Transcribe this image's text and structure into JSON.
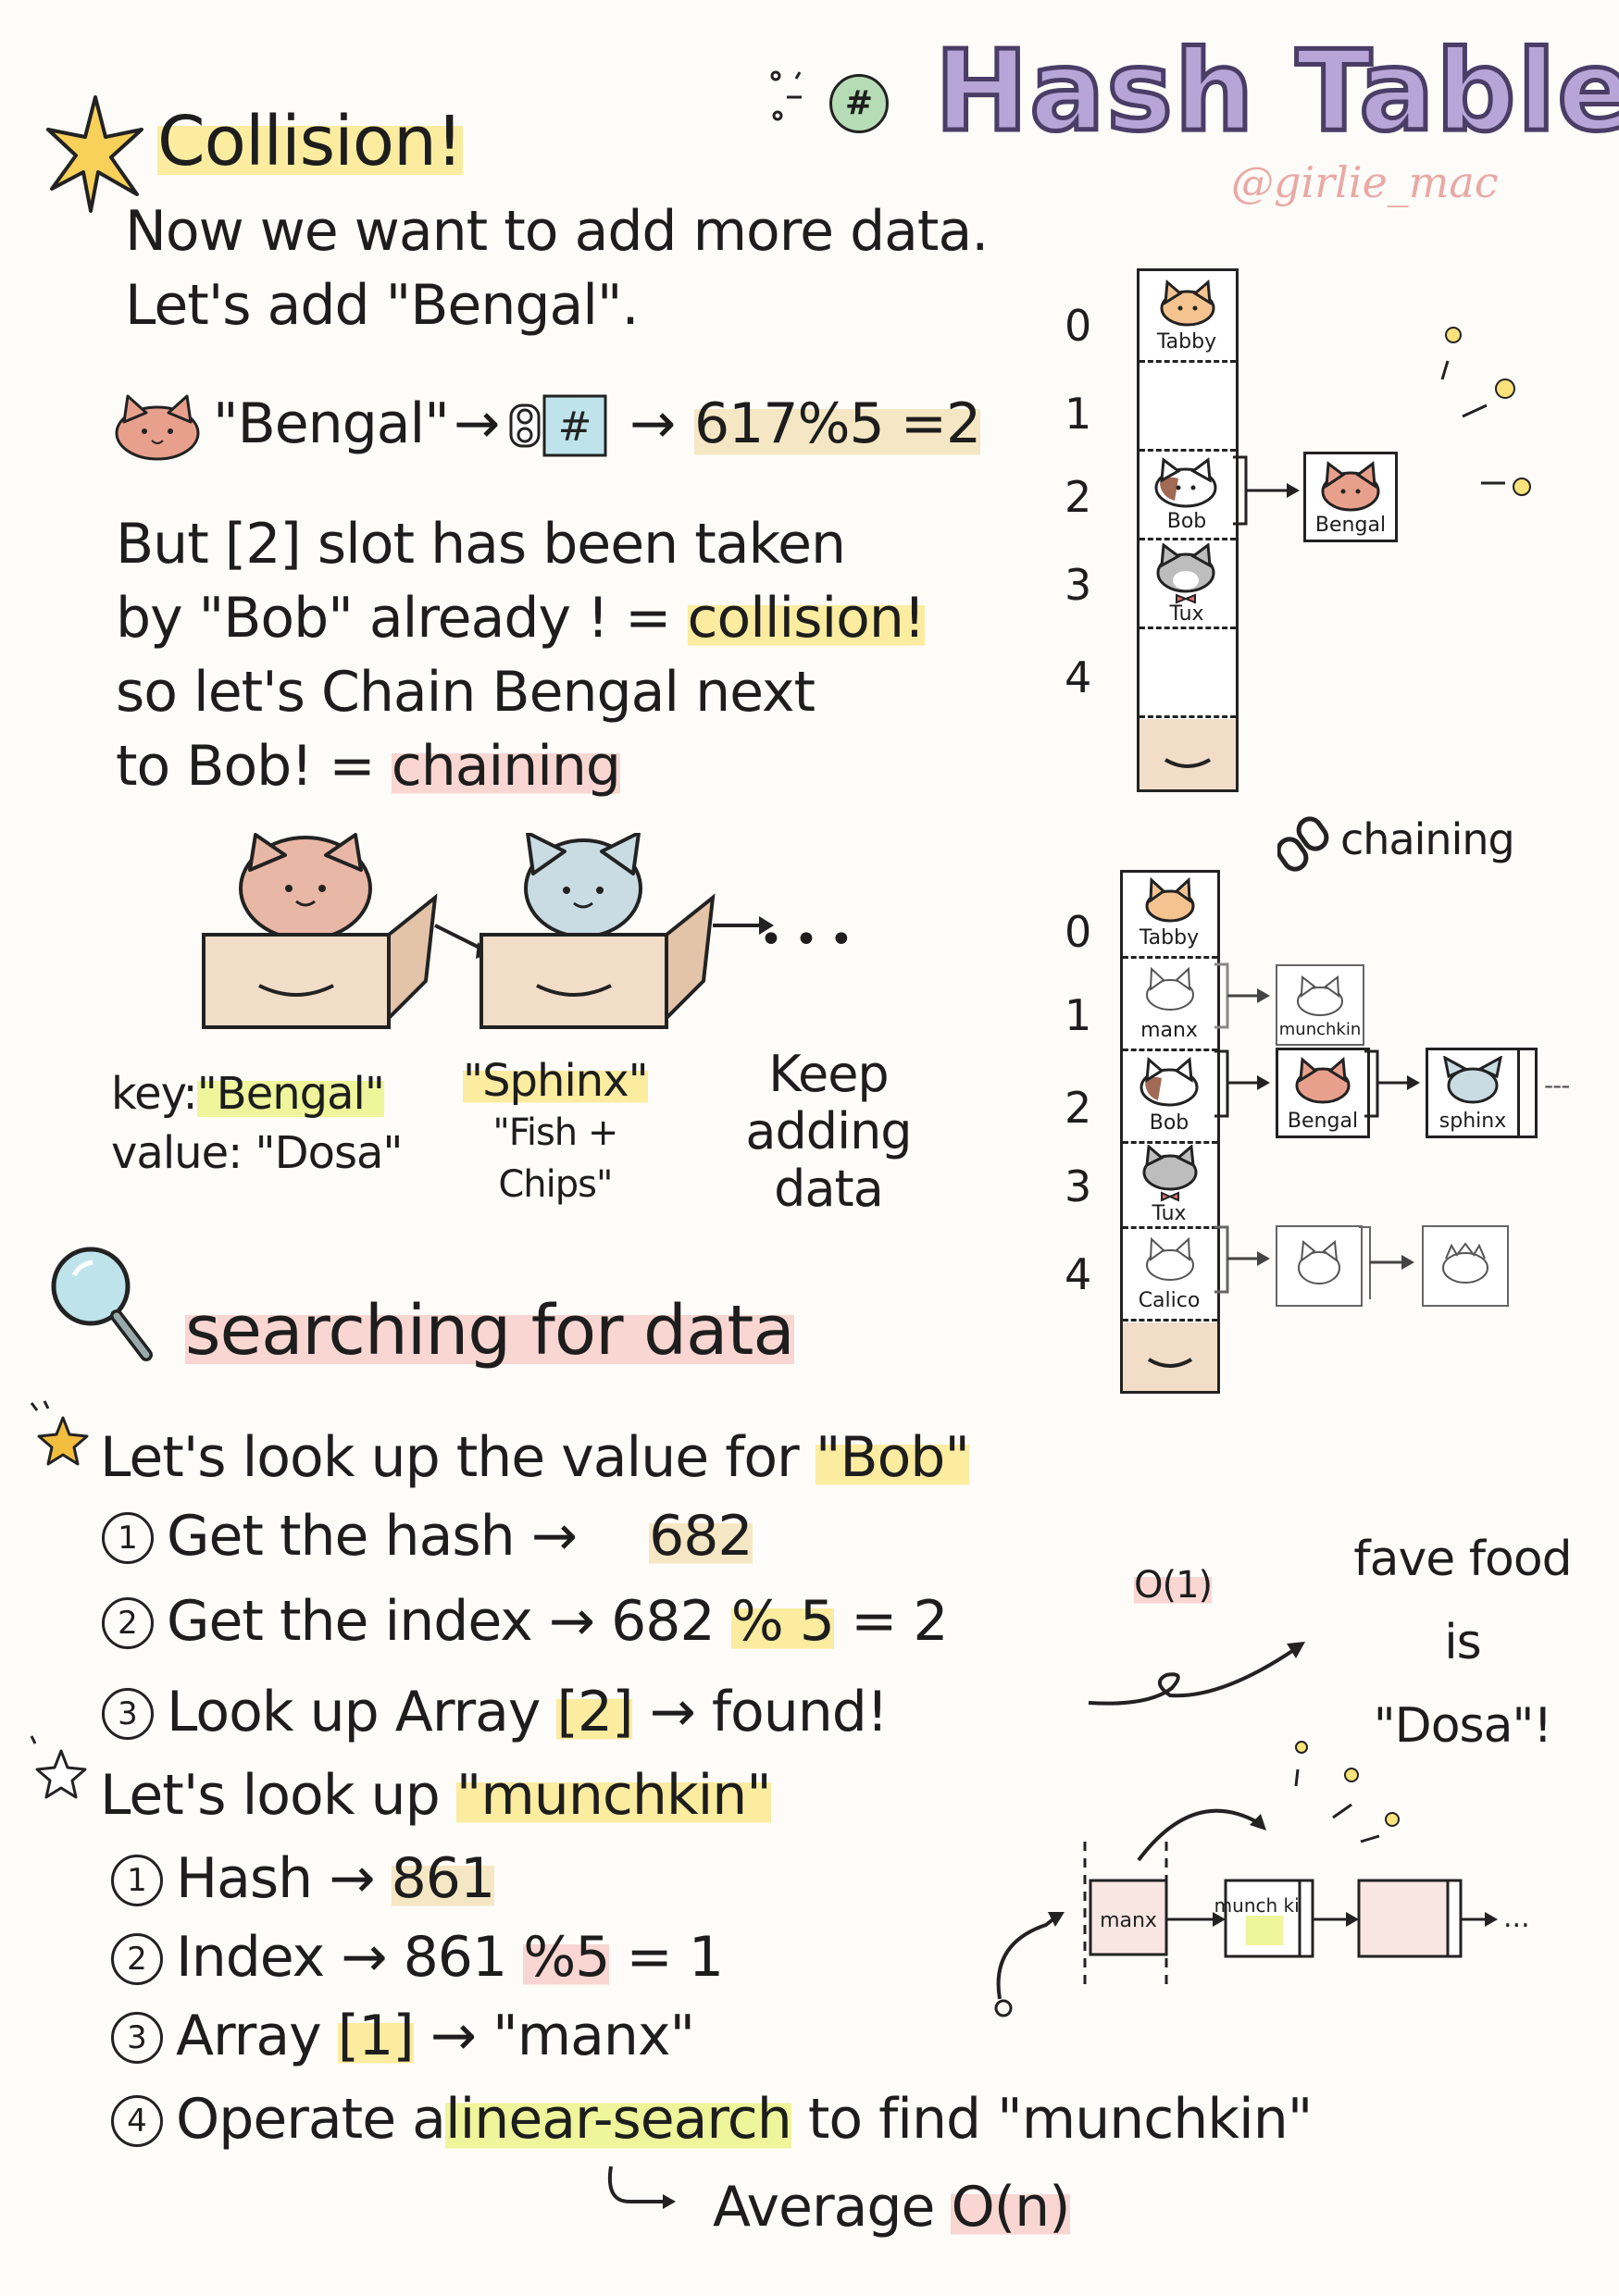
{
  "header": {
    "title": "Hash Table",
    "handle": "@girlie_mac",
    "hash_badge": "#"
  },
  "collision": {
    "heading": "Collision!",
    "intro_line1": "Now we want to add more data.",
    "intro_line2": "Let's add \"Bengal\".",
    "eq_key": "\"Bengal\"",
    "eq_arrow1": "→",
    "eq_arrow2": "→",
    "eq_result": "617%5 =2",
    "but_line1": "But [2] slot has been taken",
    "but_line2_pre": "by \"Bob\" already ! =",
    "but_line2_hl": "collision!",
    "chain_line1": "so let's Chain Bengal next",
    "chain_line2_pre": "to Bob!  =",
    "chain_line2_hl": "chaining"
  },
  "boxes": {
    "key_label": "key:",
    "key_value": "\"Bengal\"",
    "value_label": "value:",
    "value_value": "\"Dosa\"",
    "second_key": "\"Sphinx\"",
    "second_value_1": "\"Fish +",
    "second_value_2": "Chips\"",
    "ellipsis": "• • •",
    "keep_1": "Keep",
    "keep_2": "adding",
    "keep_3": "data"
  },
  "table1": {
    "indices": [
      "0",
      "1",
      "2",
      "3",
      "4"
    ],
    "slots": [
      "Tabby",
      "",
      "Bob",
      "Tux",
      ""
    ],
    "chained": "Bengal"
  },
  "table2": {
    "label": "chaining",
    "indices": [
      "0",
      "1",
      "2",
      "3",
      "4"
    ],
    "slots": [
      "Tabby",
      "manx",
      "Bob",
      "Tux",
      "Calico"
    ],
    "chain1": [
      "munchkin"
    ],
    "chain2": [
      "Bengal",
      "sphinx"
    ],
    "chain2_tail": "---"
  },
  "search": {
    "heading": "searching for data",
    "bob_line_pre": "Let's look up the value for",
    "bob_line_hl": "\"Bob\"",
    "bob_s1_pre": "Get the hash →",
    "bob_s1_hl": "682",
    "bob_s2_pre": "Get the index → 682",
    "bob_s2_hl": "% 5",
    "bob_s2_post": "= 2",
    "bob_big_o": "O(1)",
    "bob_s3_pre": "Look up Array",
    "bob_s3_hl": "[2]",
    "bob_s3_post": "→ found!",
    "fave_1": "fave food is",
    "fave_2": "\"Dosa\"!",
    "m_line_pre": "Let's look up",
    "m_line_hl": "\"munchkin\"",
    "m_s1_pre": "Hash →",
    "m_s1_hl": "861",
    "m_s2_pre": "Index → 861",
    "m_s2_hl": "%5",
    "m_s2_post": "= 1",
    "m_s3_pre": "Array",
    "m_s3_hl": "[1]",
    "m_s3_post": "→ \"manx\"",
    "m_s4_pre": "Operate a",
    "m_s4_hl": "linear-search",
    "m_s4_post": "to find \"munchkin\"",
    "avg_pre": "Average",
    "avg_hl": "O(n)",
    "step_nums": [
      "1",
      "2",
      "3",
      "4"
    ],
    "chain_labels": [
      "manx",
      "munch kin"
    ],
    "chain_dots": "..."
  },
  "colors": {
    "title_fill": "#b8a5d8",
    "title_stroke": "#4a3d66",
    "highlight_yellow": "#fbeca0",
    "highlight_pink": "#f9d6d2",
    "highlight_lime": "#eef59a",
    "box_tan": "#f2ddc8",
    "cat_orange": "#f4c38f",
    "cat_pink": "#e8a08c",
    "cat_blue": "#bcd3dc"
  }
}
